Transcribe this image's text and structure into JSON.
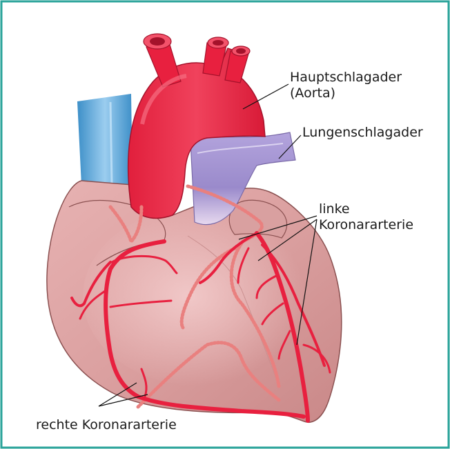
{
  "labels": {
    "aorta_line1": "Hauptschlagader",
    "aorta_line2": "(Aorta)",
    "pulmonary": "Lungenschlagader",
    "left_coronary_line1": "linke",
    "left_coronary_line2": "Koronararterie",
    "right_coronary": "rechte Koronararterie"
  },
  "colors": {
    "frame": "#2aa39a",
    "heart": "#dea2a2",
    "artery": "#e8203f",
    "vena_cava": "#5aa7d9",
    "pulmonary_artery": "#a89ad3"
  }
}
